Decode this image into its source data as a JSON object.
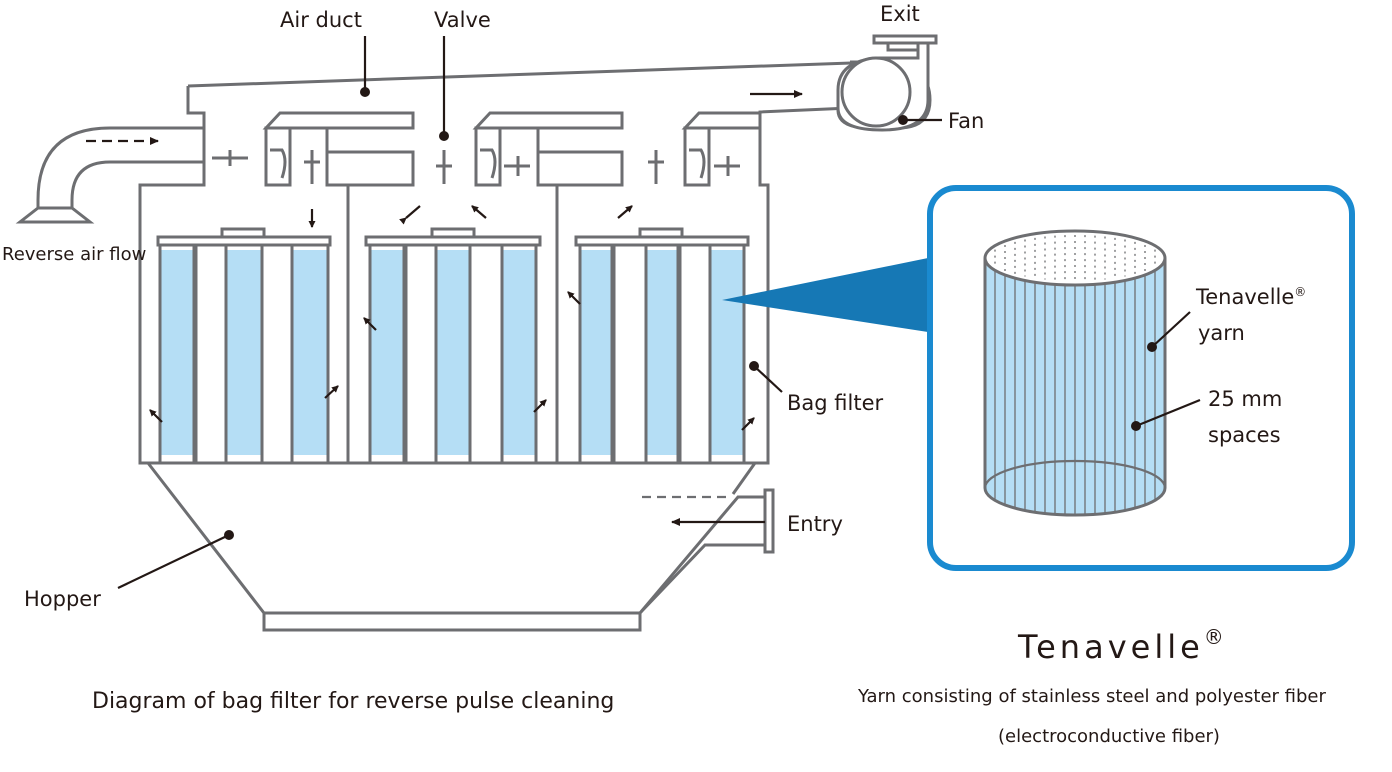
{
  "labels": {
    "air_duct": "Air duct",
    "valve": "Valve",
    "exit": "Exit",
    "fan": "Fan",
    "reverse_air_flow": "Reverse air flow",
    "bag_filter": "Bag filter",
    "entry": "Entry",
    "hopper": "Hopper",
    "yarn_line1": "Tenavelle",
    "yarn_reg": "®",
    "yarn_line2": "yarn",
    "spaces_line1": "25 mm",
    "spaces_line2": "spaces"
  },
  "caption": "Diagram of bag filter for reverse pulse cleaning",
  "brand": {
    "name": "Tenavelle",
    "mark": "®",
    "desc_line1": "Yarn consisting of stainless steel and polyester fiber",
    "desc_line2": "(electroconductive fiber)"
  },
  "colors": {
    "stroke": "#6d6e71",
    "bag_fill": "#b5def5",
    "inset_border": "#1a8ad0",
    "beam": "#1678b5",
    "ink": "#231815"
  }
}
